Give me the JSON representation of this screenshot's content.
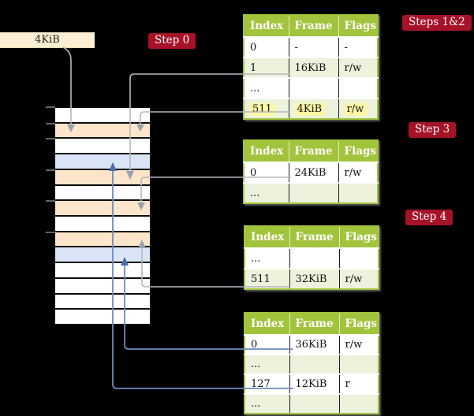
{
  "colors": {
    "background": "#000000",
    "badge_red": "#a61228",
    "table_header_green": "#a1c43c",
    "table_row_green": "#edf2dc",
    "memory_frame_orange": "#fce5ca",
    "memory_frame_blue": "#d9e5f6",
    "highlight_yellow": "#fdf6a3",
    "page_box_cream": "#fbf0d3",
    "gray_arrow": "#b4b7be",
    "blue_arrow": "#6d8bbe"
  },
  "page_box": {
    "label": "4KiB"
  },
  "badges": {
    "step0": "Step 0",
    "steps12": "Steps 1&2",
    "step3": "Step 3",
    "step4": "Step 4"
  },
  "memory_column": {
    "rows": [
      "white",
      "orange",
      "white",
      "blue",
      "orange",
      "white",
      "orange",
      "white",
      "orange",
      "blue",
      "white",
      "white",
      "white",
      "white"
    ],
    "tick_count": 6
  },
  "tables": [
    {
      "headers": [
        "Index",
        "Frame",
        "Flags"
      ],
      "rows": [
        {
          "cells": [
            "0",
            "-",
            "-"
          ]
        },
        {
          "cells": [
            "1",
            "16KiB",
            "r/w"
          ]
        },
        {
          "cells": [
            "...",
            "",
            ""
          ]
        },
        {
          "cells": [
            "511",
            "4KiB",
            "r/w"
          ],
          "highlighted": true
        }
      ]
    },
    {
      "headers": [
        "Index",
        "Frame",
        "Flags"
      ],
      "rows": [
        {
          "cells": [
            "0",
            "24KiB",
            "r/w"
          ]
        },
        {
          "cells": [
            "...",
            "",
            ""
          ]
        }
      ]
    },
    {
      "headers": [
        "Index",
        "Frame",
        "Flags"
      ],
      "rows": [
        {
          "cells": [
            "...",
            "",
            ""
          ]
        },
        {
          "cells": [
            "511",
            "32KiB",
            "r/w"
          ]
        }
      ]
    },
    {
      "headers": [
        "Index",
        "Frame",
        "Flags"
      ],
      "rows": [
        {
          "cells": [
            "0",
            "36KiB",
            "r/w"
          ]
        },
        {
          "cells": [
            "...",
            "",
            ""
          ]
        },
        {
          "cells": [
            "127",
            "12KiB",
            "r"
          ]
        },
        {
          "cells": [
            "...",
            "",
            ""
          ]
        }
      ]
    }
  ]
}
